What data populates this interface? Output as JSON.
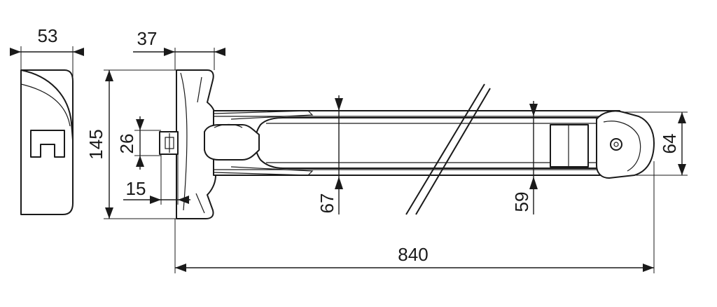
{
  "dimensions": {
    "cap_width": "53",
    "plate_depth": "37",
    "plate_height": "145",
    "spindle_height": "26",
    "spindle_offset": "15",
    "bar_height_left": "67",
    "bar_height_right": "59",
    "end_height": "64",
    "overall_length": "840"
  }
}
